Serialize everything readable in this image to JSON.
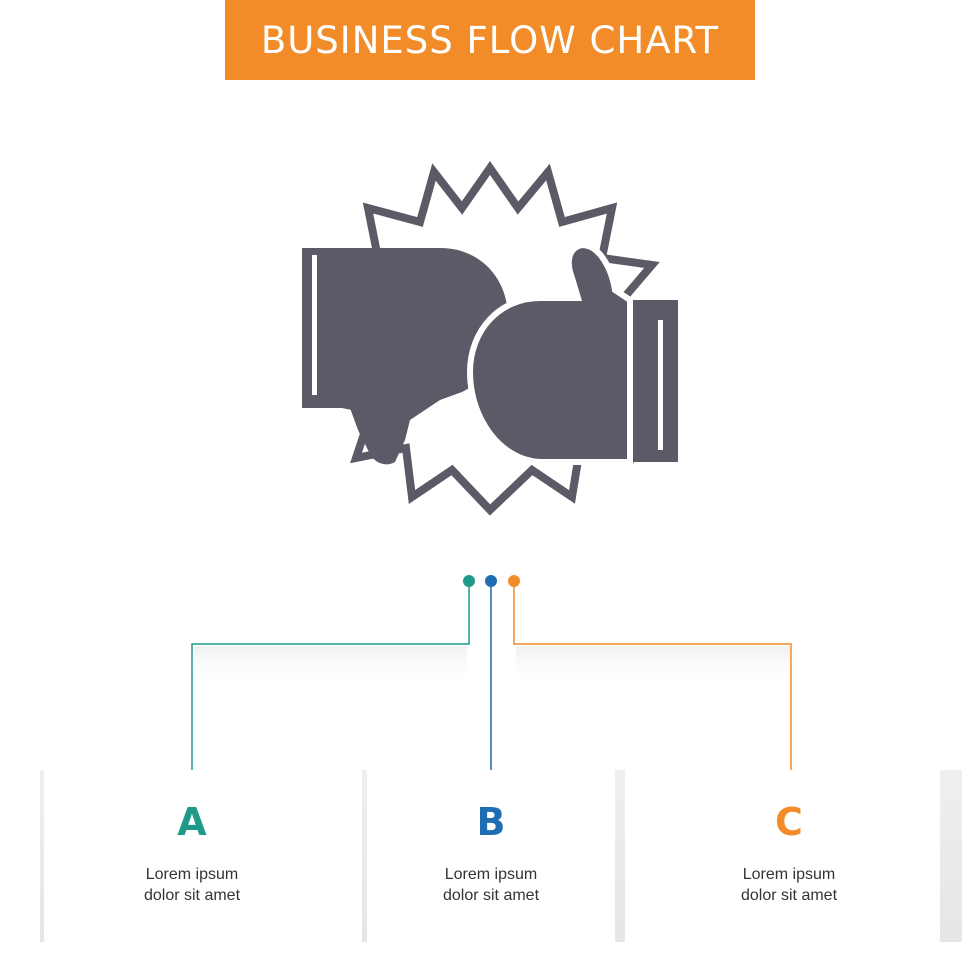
{
  "header": {
    "title": "BUSINESS FLOW CHART"
  },
  "colors": {
    "accent": "#f28c28",
    "teal": "#1f9a8a",
    "blue": "#1e6db3",
    "orange": "#f28c28",
    "icon": "#5b5a66"
  },
  "icon": {
    "name": "boxing-gloves-icon"
  },
  "steps": [
    {
      "letter": "A",
      "line1": "Lorem ipsum",
      "line2": "dolor sit amet"
    },
    {
      "letter": "B",
      "line1": "Lorem ipsum",
      "line2": "dolor sit amet"
    },
    {
      "letter": "C",
      "line1": "Lorem ipsum",
      "line2": "dolor sit amet"
    }
  ]
}
